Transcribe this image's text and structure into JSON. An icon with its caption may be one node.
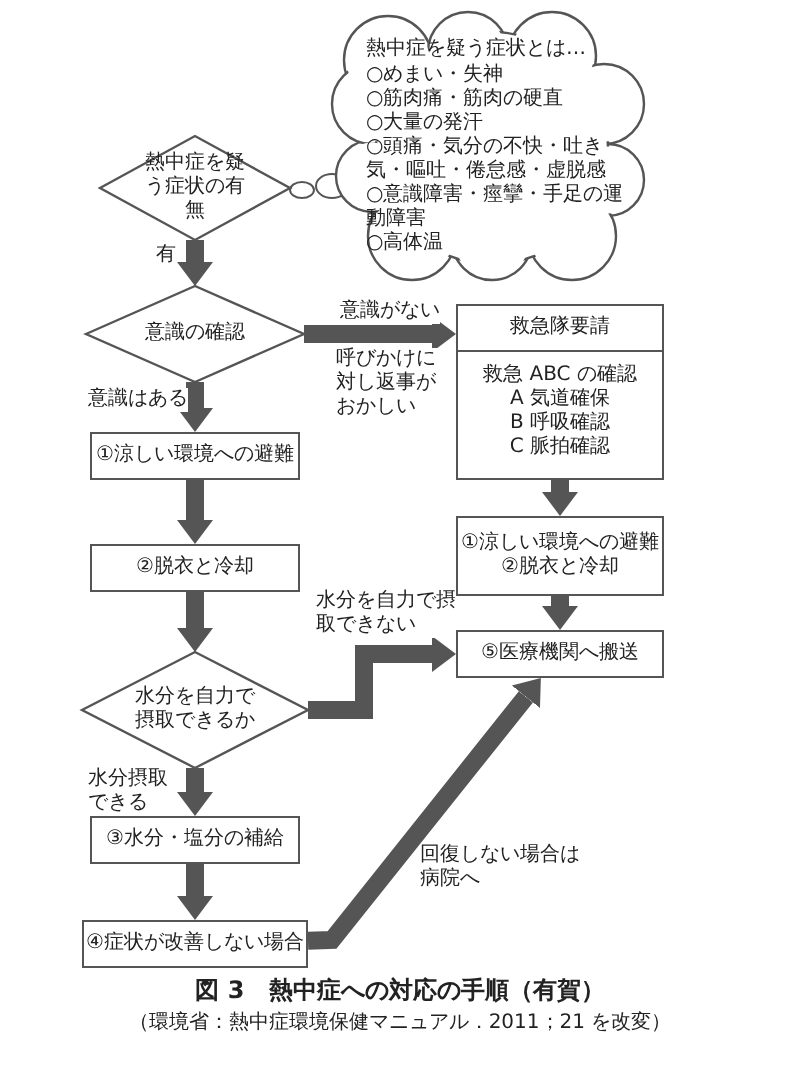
{
  "diagram": {
    "caption": "図 3　熱中症への対応の手順（有賀）",
    "nodes": [
      {
        "text": [
          "熱中症を疑う症状の有無"
        ]
      },
      {
        "text": [
          "熱中症を疑う症状とは…",
          "○めまい・失神",
          "○筋肉痛・筋肉の硬直",
          "○大量の発汗",
          "○頭痛・気分の不快・吐き気・嘔吐・倦怠感・虚脱感",
          "○意識障害・痙攣・手足の運動障害",
          "○高体温"
        ]
      },
      {
        "text": [
          "意識の確認"
        ]
      },
      {
        "text": [
          "救急隊要請",
          "救急 ABC の確認",
          "A 気道確保",
          "B 呼吸確認",
          "C 脈拍確認"
        ]
      },
      {
        "text": [
          "①涼しい環境への避難"
        ]
      },
      {
        "text": [
          "②脱衣と冷却"
        ]
      },
      {
        "text": [
          "水分を自力で摂取できるか"
        ]
      },
      {
        "text": [
          "③水分・塩分の補給"
        ]
      },
      {
        "text": [
          "④症状が改善しない場合"
        ]
      },
      {
        "text": [
          "①涼しい環境への避難",
          "②脱衣と冷却"
        ]
      },
      {
        "text": [
          "⑤医療機関へ搬送"
        ]
      }
    ],
    "edges": [
      {
        "from": 0,
        "to": 2,
        "arrow": "to",
        "label": "有"
      },
      {
        "from": 2,
        "to": 3,
        "arrow": "to",
        "label": "意識がない"
      },
      {
        "from": 2,
        "to": 4,
        "arrow": "to",
        "label": "意識はある"
      },
      {
        "from": 4,
        "to": 5,
        "arrow": "to"
      },
      {
        "from": 5,
        "to": 6,
        "arrow": "to"
      },
      {
        "from": 6,
        "to": 10,
        "arrow": "to",
        "label": "水分を自力で摂取できない"
      },
      {
        "from": 6,
        "to": 7,
        "arrow": "to",
        "label": "水分摂取できる"
      },
      {
        "from": 7,
        "to": 8,
        "arrow": "to"
      },
      {
        "from": 8,
        "to": 10,
        "arrow": "to",
        "label": "回復しない場合は病院へ"
      },
      {
        "from": 3,
        "to": 9,
        "arrow": "to"
      },
      {
        "from": 9,
        "to": 10,
        "arrow": "to"
      }
    ],
    "labels": [
      "呼びかけに対し返事がおかしい",
      "（環境省：熱中症環境保健マニュアル．2011；21 を改変）"
    ]
  }
}
